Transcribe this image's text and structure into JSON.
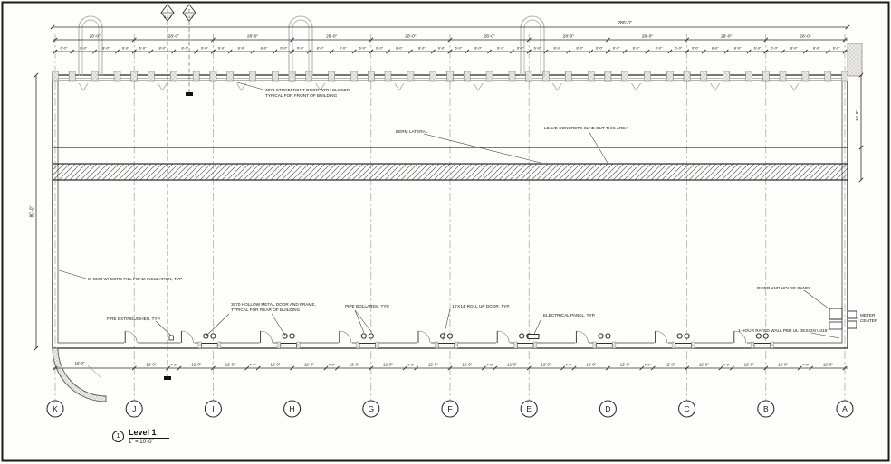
{
  "title_block": {
    "view_number": "1",
    "view_name": "Level 1",
    "view_scale": "1\" = 10'-0\""
  },
  "grid_columns": [
    "K",
    "J",
    "I",
    "H",
    "G",
    "F",
    "E",
    "D",
    "C",
    "B",
    "A"
  ],
  "dimensions": {
    "overall_top": "280'-0\"",
    "left_overall": "80'-0\"",
    "right_upper": "16'-0\"",
    "top_bays": [
      "28'-0\"",
      "28'-0\"",
      "28'-0\"",
      "28'-0\"",
      "28'-0\"",
      "28'-0\"",
      "28'-0\"",
      "28'-0\"",
      "28'-0\"",
      "28'-0\""
    ],
    "top_sub_pattern": [
      "6'-0\"",
      "8'-0\"",
      "8'-0\"",
      "6'-0\""
    ],
    "bottom_bay_pattern": [
      "12'-0\"",
      "4'-0\"",
      "12'-0\""
    ],
    "corner_radius": "16'-0\""
  },
  "section_markers": [
    {
      "number": "1",
      "sheet": "A-5.1"
    },
    {
      "number": "2",
      "sheet": "A-5.1"
    }
  ],
  "annotations": {
    "storefront_door": [
      "3070 STOREFRONT DOOR WITH CLOSER,",
      "TYPICAL FOR FRONT OF BUILDING"
    ],
    "berm_lateral": [
      "BERM LATERAL"
    ],
    "leave_slab": [
      "LEAVE CONCRETE SLAB OUT THIS AREA"
    ],
    "cmu_wall": [
      "8\" CMU W/ CORE FILL FOAM INSULATION, TYP."
    ],
    "fire_extinguisher": [
      "FIRE EXTINGUISHER, TYP."
    ],
    "hm_door": [
      "3070 HOLLOW METAL DOOR AND FRAME,",
      "TYPICAL FOR REAR OF BUILDING"
    ],
    "pipe_bollards": [
      "PIPE BOLLARDS, TYP."
    ],
    "roll_up_door": [
      "12'X14' ROLL UP DOOR, TYP."
    ],
    "electrical_panel": [
      "ELECTRICAL PANEL, TYP."
    ],
    "riser_panel": [
      "RISER AND HOUSE PANEL"
    ],
    "rated_wall": [
      "1-HOUR RATED WALL PER UL DESIGN U419"
    ],
    "meter_center": [
      "METER",
      "CENTER"
    ]
  },
  "colors": {
    "line": "#2f2f2f",
    "light_line": "#a8a8a8",
    "background": "#fdfdfc"
  }
}
